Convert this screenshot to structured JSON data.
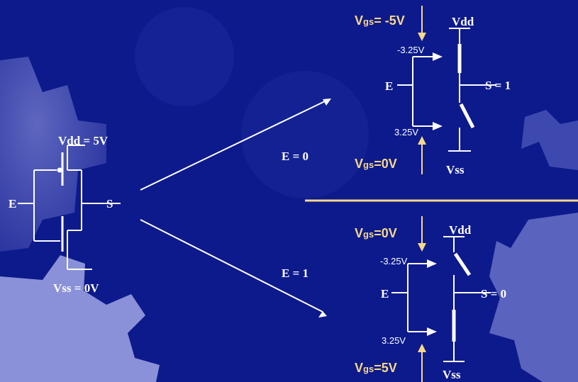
{
  "colors": {
    "background": "#0d1a8c",
    "gear": "#8a91d8",
    "wire": "#ffffff",
    "accent": "#f6d98a"
  },
  "cmos": {
    "vdd_label": "Vdd = 5V",
    "vss_label": "Vss = 0V",
    "input_label": "E",
    "output_label": "S"
  },
  "case_e0": {
    "condition": "E = 0",
    "vgs_top_prefix": "V",
    "vgs_top_sub": "gs",
    "vgs_top_value": "= -5V",
    "vgs_bottom_prefix": "V",
    "vgs_bottom_sub": "gs",
    "vgs_bottom_value": "=0V",
    "gate_top_voltage": "-3.25V",
    "gate_bottom_voltage": "3.25V",
    "input_label": "E",
    "output_label": "S = 1",
    "vdd_label": "Vdd",
    "vss_label": "Vss"
  },
  "case_e1": {
    "condition": "E = 1",
    "vgs_top_prefix": "V",
    "vgs_top_sub": "gs",
    "vgs_top_value": "=0V",
    "vgs_bottom_prefix": "V",
    "vgs_bottom_sub": "gs",
    "vgs_bottom_value": "=5V",
    "gate_top_voltage": "-3.25V",
    "gate_bottom_voltage": "3.25V",
    "input_label": "E",
    "output_label": "S = 0",
    "vdd_label": "Vdd",
    "vss_label": "Vss"
  }
}
